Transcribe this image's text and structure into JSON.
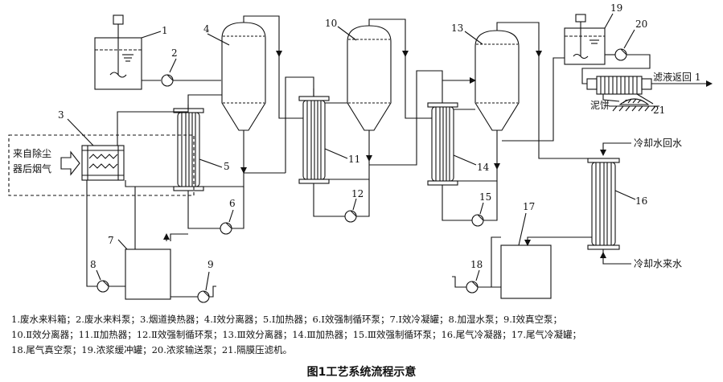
{
  "labels": {
    "n1": "1",
    "n2": "2",
    "n3": "3",
    "n4": "4",
    "n5": "5",
    "n6": "6",
    "n7": "7",
    "n8": "8",
    "n9": "9",
    "n10": "10",
    "n11": "11",
    "n12": "12",
    "n13": "13",
    "n14": "14",
    "n15": "15",
    "n16": "16",
    "n17": "17",
    "n18": "18",
    "n19": "19",
    "n20": "20",
    "n21": "21",
    "flue_gas_line1": "来自除尘",
    "flue_gas_line2": "器后烟气",
    "filtrate_return": "滤液返回 1",
    "filter_cake": "泥饼",
    "cooling_water_return": "冷却水回水",
    "cooling_water_supply": "冷却水来水"
  },
  "legend": {
    "line1": "1.废水来料箱；2.废水来料泵；3.烟道换热器；4.Ⅰ效分离器；5.Ⅰ加热器；6.Ⅰ效强制循环泵；7.Ⅰ效冷凝罐；8.加湿水泵；9.Ⅰ效真空泵；",
    "line2": "10.Ⅱ效分离器；11.Ⅱ加热器；12.Ⅱ效强制循环泵；13.Ⅲ效分离器；14.Ⅲ加热器；15.Ⅲ效强制循环泵；16.尾气冷凝器；17.尾气冷凝罐；",
    "line3": "18.尾气真空泵；19.浓浆缓冲罐；20.浓浆输送泵；21.隔膜压滤机。"
  },
  "caption": "图1工艺系统流程示意"
}
